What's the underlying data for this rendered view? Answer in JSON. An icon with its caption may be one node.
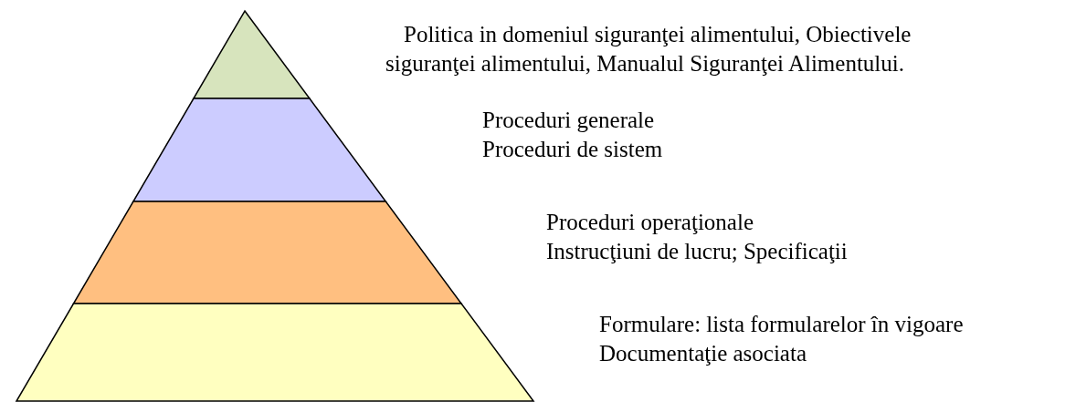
{
  "diagram": {
    "nodes": [
      {
        "text": [],
        "shape": "triangle"
      },
      {
        "text": [],
        "shape": "trapezoid",
        "beside": [
          "Proceduri generale",
          "Proceduri de sistem"
        ]
      },
      {
        "text": [],
        "shape": "trapezoid",
        "beside": [
          "Proceduri operaţionale",
          "Instrucţiuni de lucru; Specificaţii"
        ]
      },
      {
        "text": [],
        "shape": "trapezoid",
        "beside": [
          "Formulare: lista formularelor în vigoare",
          "Documentaţie asociata"
        ]
      }
    ],
    "edges": [],
    "labels": [
      "Politica in domeniul siguranţei alimentului, Obiectivele siguranţei alimentului, Manualul Siguranţei Alimentului."
    ]
  }
}
